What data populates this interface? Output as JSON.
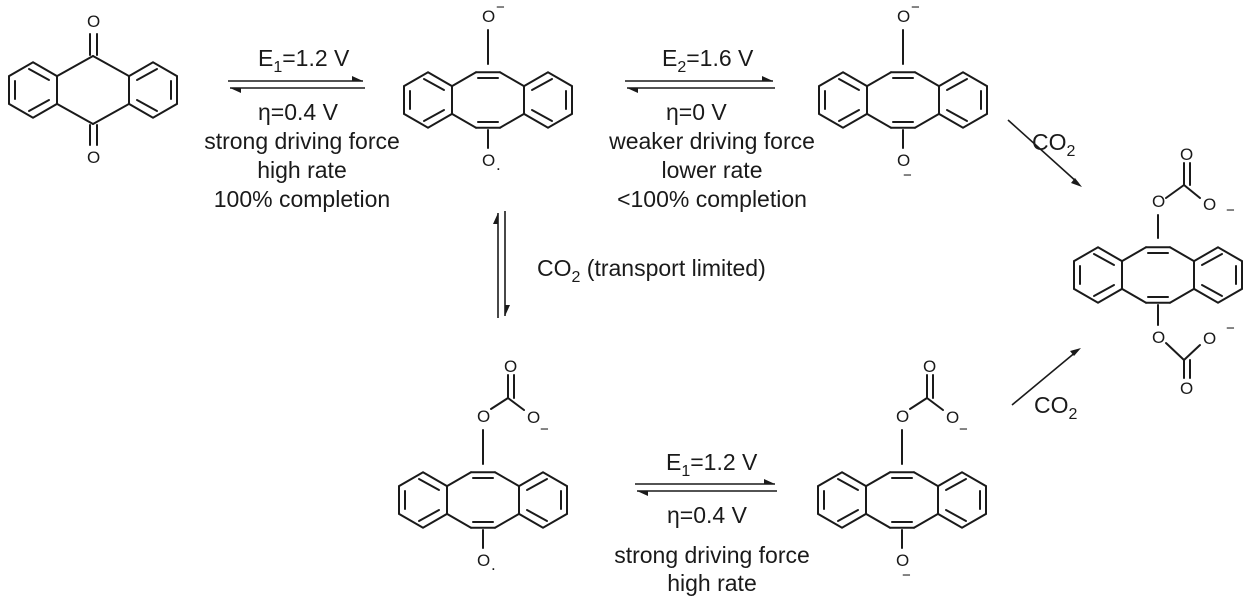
{
  "reactions": {
    "top_left": {
      "potential": "E",
      "potential_sub": "1",
      "potential_value": "=1.2 V",
      "overpotential": "η=0.4 V",
      "line1": "strong driving force",
      "line2": "high rate",
      "line3": "100% completion"
    },
    "top_right": {
      "potential": "E",
      "potential_sub": "2",
      "potential_value": "=1.6 V",
      "overpotential": "η=0 V",
      "line1": "weaker driving force",
      "line2": "lower rate",
      "line3": "<100% completion"
    },
    "vertical": {
      "reagent": "CO",
      "reagent_sub": "2",
      "note": " (transport limited)"
    },
    "bottom": {
      "potential": "E",
      "potential_sub": "1",
      "potential_value": "=1.2 V",
      "overpotential": "η=0.4 V",
      "line1": "strong driving force",
      "line2": "high rate"
    },
    "to_product_top": {
      "reagent": "CO",
      "reagent_sub": "2"
    },
    "to_product_bottom": {
      "reagent": "CO",
      "reagent_sub": "2"
    }
  },
  "atoms": {
    "oxygen": "O",
    "minus": "−",
    "radical": "."
  }
}
